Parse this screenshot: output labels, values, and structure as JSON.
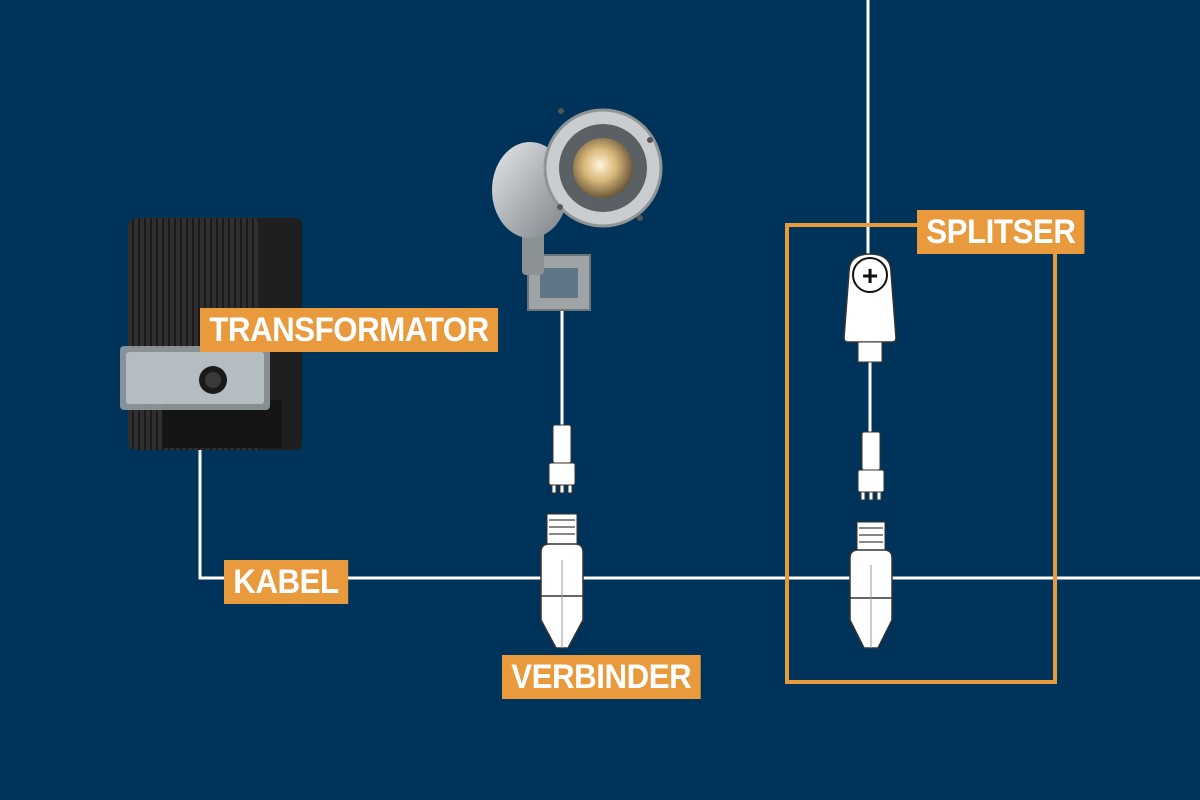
{
  "labels": {
    "transformator": "TRANSFORMATOR",
    "kabel": "KABEL",
    "verbinder": "VERBINDER",
    "splitser": "SPLITSER"
  },
  "splitter_symbol": "+",
  "colors": {
    "background": "#003359",
    "label_background": "#e89a3c",
    "label_text": "#ffffff",
    "cable": "#ffffff",
    "frame": "#e89a3c"
  }
}
